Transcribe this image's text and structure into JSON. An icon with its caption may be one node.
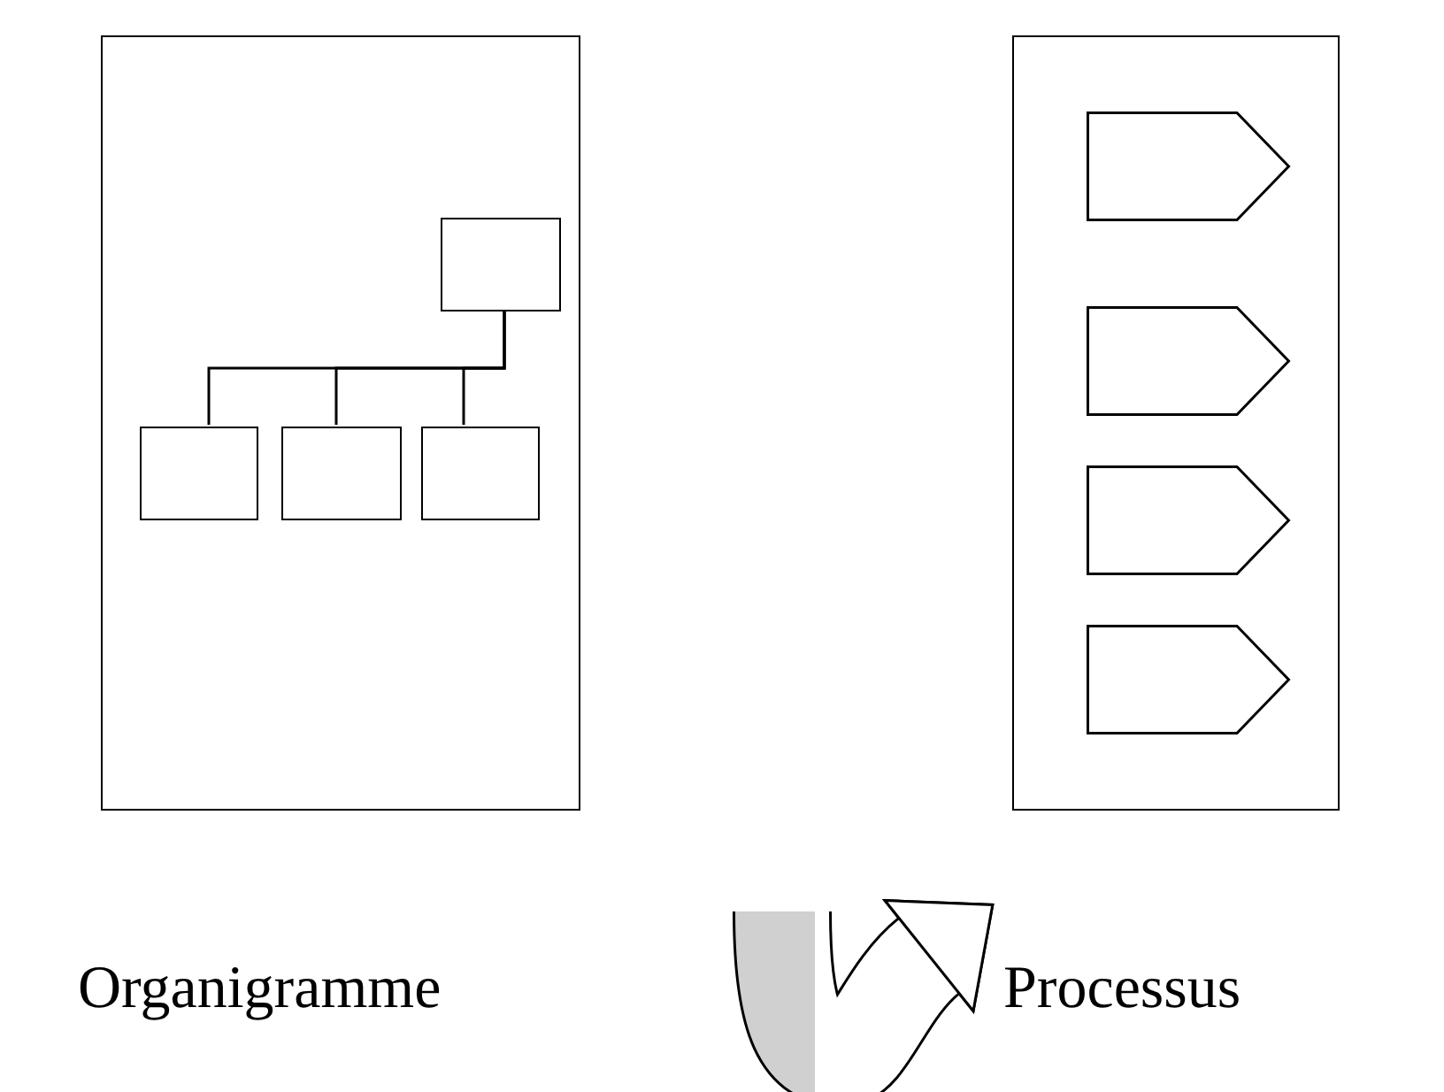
{
  "diagram": {
    "nodes": [
      {
        "text": [],
        "shape": "box"
      },
      {
        "text": [],
        "shape": "box",
        "in": 0
      },
      {
        "text": [],
        "shape": "box",
        "in": 0
      },
      {
        "text": [],
        "shape": "box",
        "in": 0
      },
      {
        "text": [],
        "shape": "box",
        "in": 0
      },
      {
        "text": [],
        "shape": "box"
      },
      {
        "text": [],
        "shape": "pentagon",
        "in": 5
      },
      {
        "text": [],
        "shape": "pentagon",
        "in": 5
      },
      {
        "text": [],
        "shape": "pentagon",
        "in": 5
      },
      {
        "text": [],
        "shape": "pentagon",
        "in": 5
      },
      {
        "text": [
          "Organigramme"
        ]
      },
      {
        "text": [
          "Processus"
        ]
      }
    ],
    "edges": [
      {
        "from": 1,
        "to": 2,
        "arrow": "none"
      },
      {
        "from": 1,
        "to": 3,
        "arrow": "none"
      },
      {
        "from": 1,
        "to": 4,
        "arrow": "none"
      },
      {
        "from": null,
        "to": 11,
        "arrow": "to",
        "style": "thick"
      }
    ]
  }
}
